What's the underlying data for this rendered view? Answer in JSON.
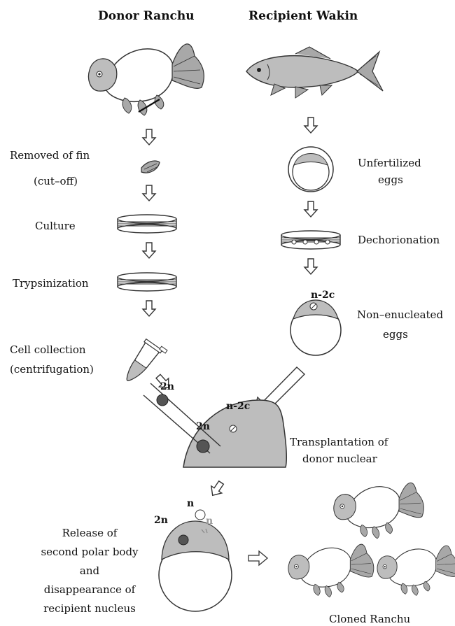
{
  "headers": {
    "donor": "Donor Ranchu",
    "recipient": "Recipient Wakin"
  },
  "left_steps": {
    "fin_removal_line1": "Removed of fin",
    "fin_removal_line2": "(cut–off)",
    "culture": "Culture",
    "trypsinization": "Trypsinization",
    "cell_collection_line1": "Cell   collection",
    "cell_collection_line2": "(centrifugation)"
  },
  "right_steps": {
    "unfertilized_line1": "Unfertilized",
    "unfertilized_line2": "eggs",
    "dechorionation": "Dechorionation",
    "non_enucleated_line1": "Non–enucleated",
    "non_enucleated_line2": "eggs",
    "ploidy_tag": "n-2c"
  },
  "transplant": {
    "label_line1": "Transplantation of",
    "label_line2": "donor nuclear",
    "tag_2n_a": "2n",
    "tag_2n_b": "2n",
    "tag_n2c": "n-2c"
  },
  "release": {
    "label_line1": "Release of",
    "label_line2": "second polar body",
    "label_line3": "and",
    "label_line4": "disappearance of",
    "label_line5": "recipient nucleus",
    "tag_2n": "2n",
    "tag_n_bold": "n",
    "tag_n_light": "n"
  },
  "result": {
    "label": "Cloned Ranchu"
  },
  "colors": {
    "body_gray": "#bdbdbd",
    "fin_gray": "#a8a8a8",
    "dark": "#333333",
    "nucleus": "#555555"
  }
}
